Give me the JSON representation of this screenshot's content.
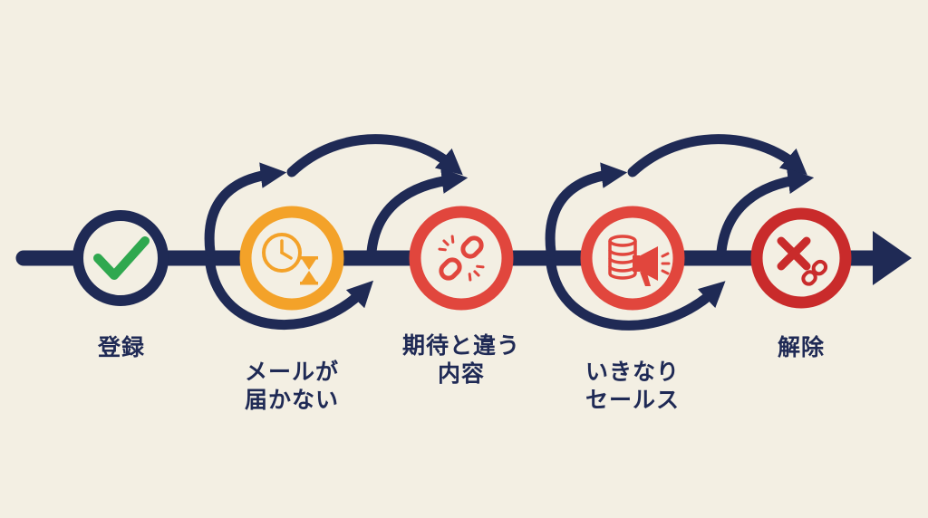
{
  "colors": {
    "background": "#f3efe3",
    "navy": "#1f2a55",
    "green": "#2fa84f",
    "orange": "#f3a229",
    "red": "#e1463d",
    "dark_red": "#c92b2b",
    "circle_fill": "#f3efe3"
  },
  "steps": [
    {
      "icon": "check-icon",
      "lines": [
        "登録"
      ]
    },
    {
      "icon": "clock-hourglass-icon",
      "lines": [
        "メールが",
        "届かない"
      ]
    },
    {
      "icon": "broken-link-icon",
      "lines": [
        "期待と違う",
        "内容"
      ]
    },
    {
      "icon": "money-megaphone-icon",
      "lines": [
        "いきなり",
        "セールス"
      ]
    },
    {
      "icon": "cancel-unlink-icon",
      "lines": [
        "解除"
      ]
    }
  ]
}
